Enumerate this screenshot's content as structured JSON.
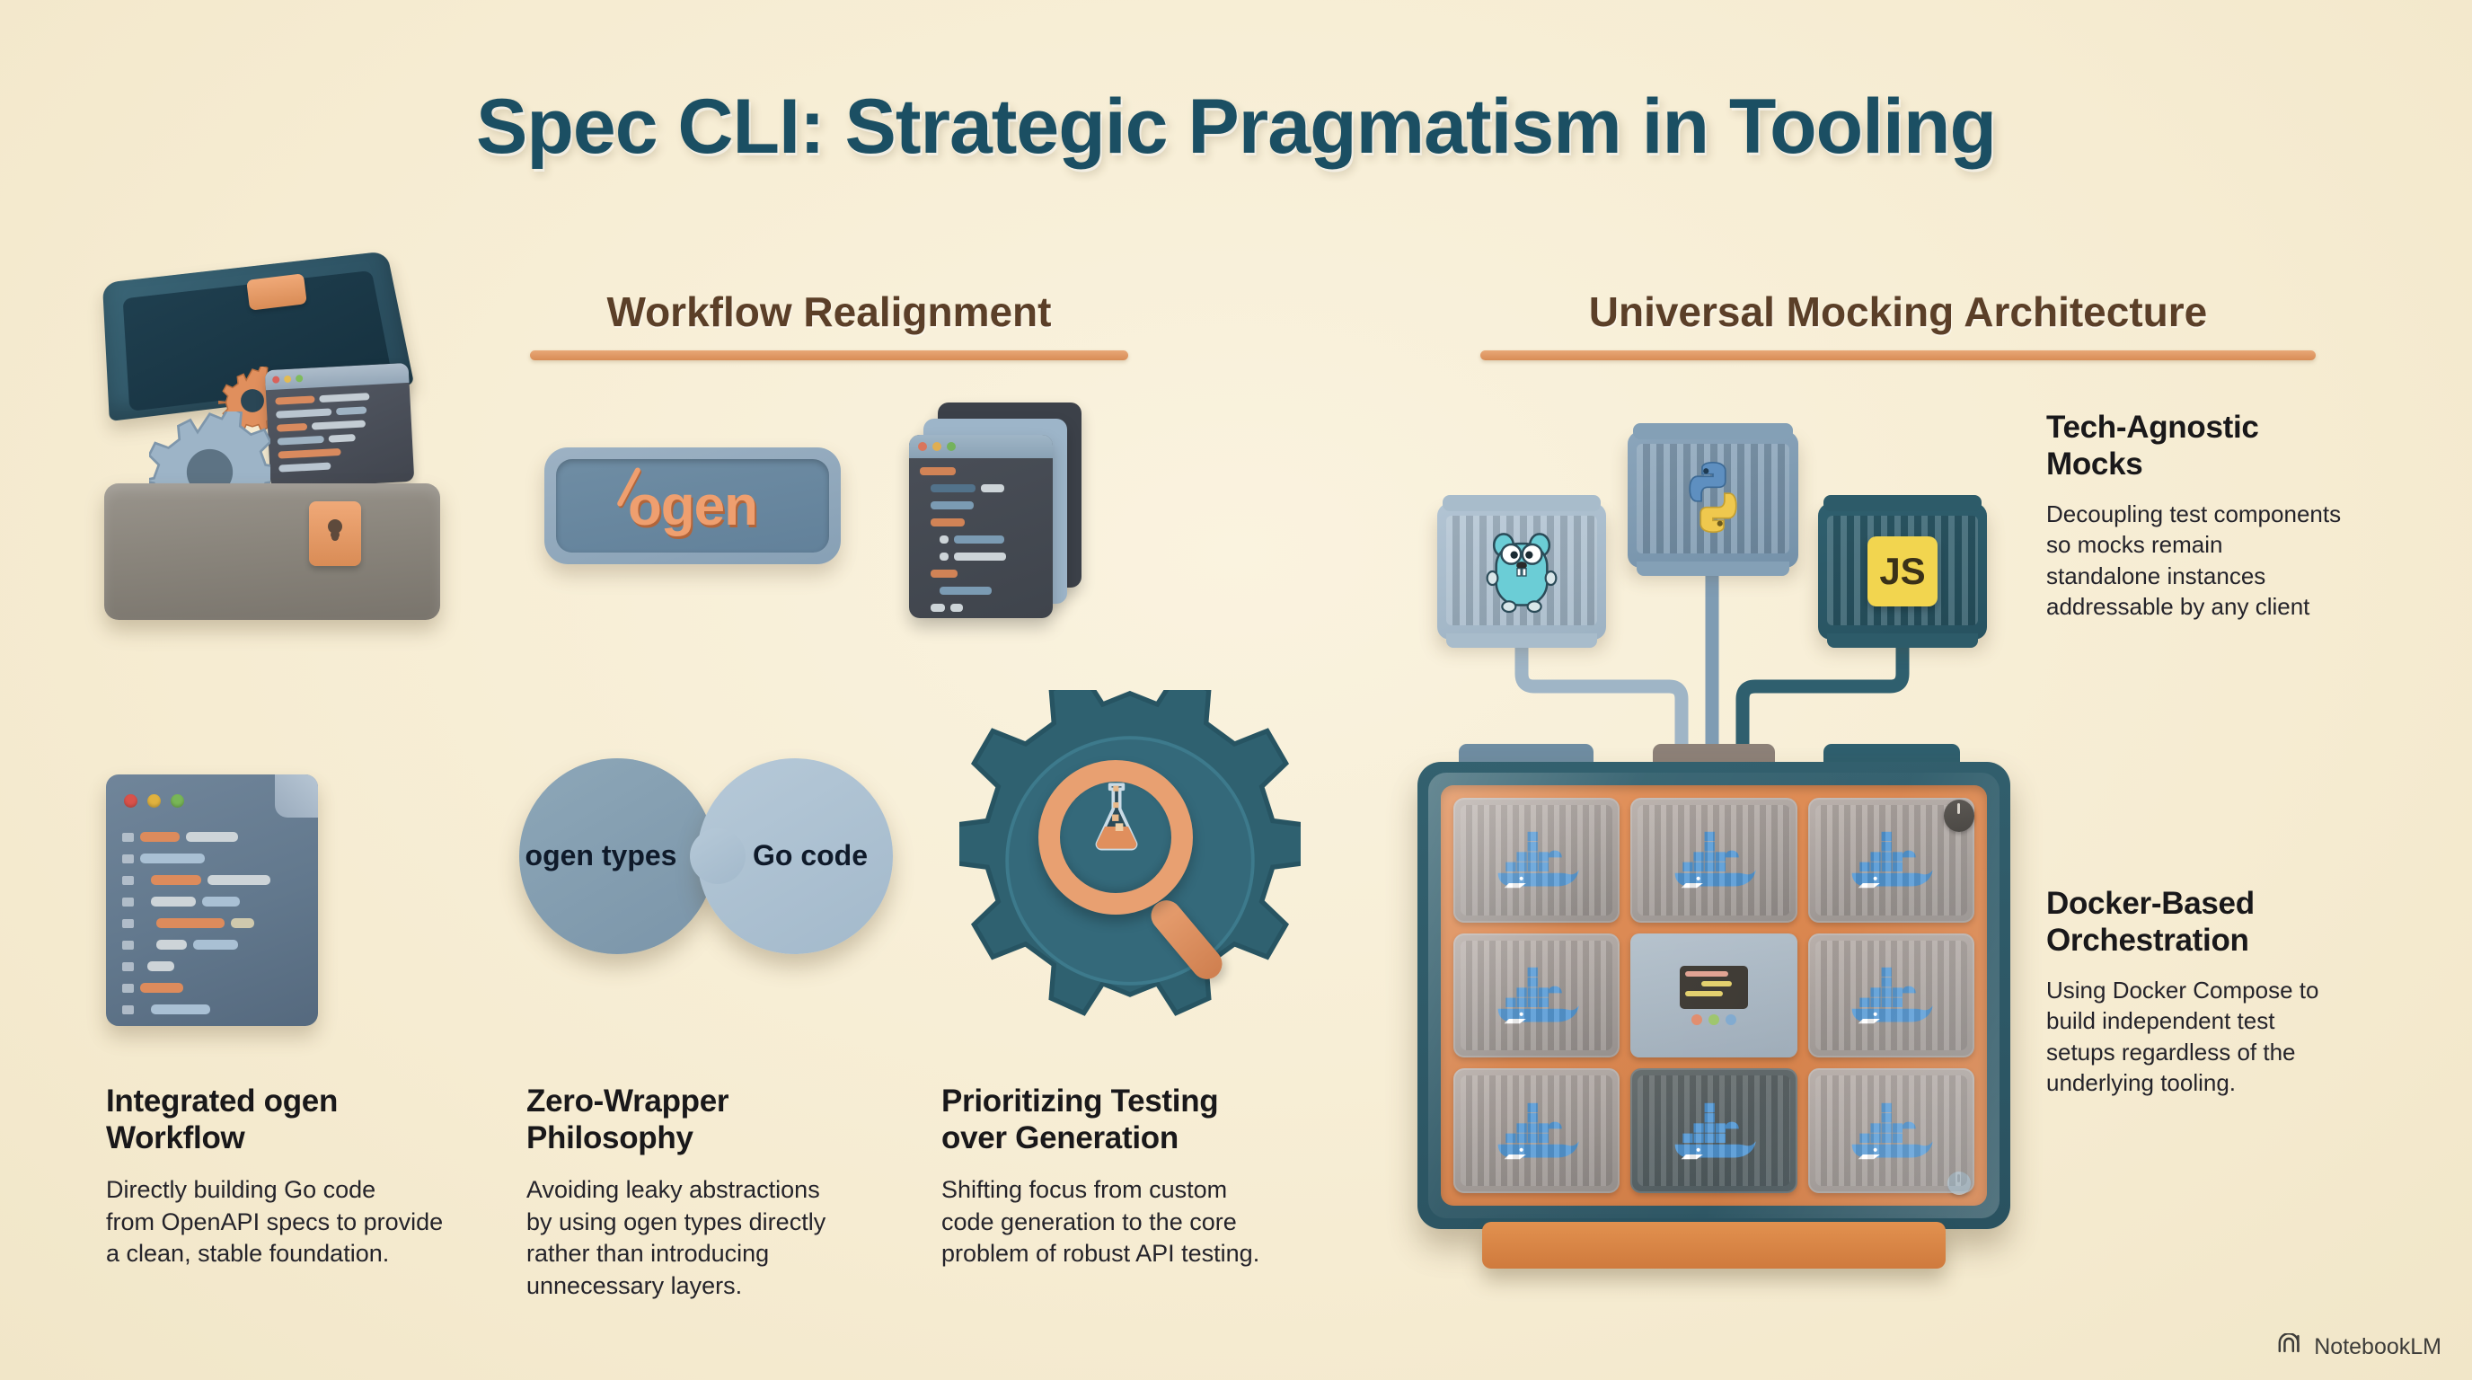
{
  "page": {
    "title": "Spec CLI: Strategic Pragmatism in Tooling",
    "background_color": "#f6ecd2",
    "title_color": "#1b4f63",
    "accent_color": "#dd8c55",
    "header_color": "#5b3f28"
  },
  "sections": [
    {
      "id": "workflow",
      "heading": "Workflow Realignment"
    },
    {
      "id": "mocking",
      "heading": "Universal Mocking Architecture"
    }
  ],
  "left_captions": [
    {
      "heading": "Integrated ogen\nWorkflow",
      "body": "Directly building Go code\nfrom OpenAPI specs to provide\na clean, stable foundation."
    },
    {
      "heading": "Zero-Wrapper\nPhilosophy",
      "body": "Avoiding leaky abstractions\nby using ogen types directly\nrather than introducing\nunnecessary layers."
    },
    {
      "heading": "Prioritizing Testing\nover Generation",
      "body": "Shifting focus from custom\ncode generation to the core\nproblem of robust API testing."
    }
  ],
  "right_captions": [
    {
      "heading": "Tech-Agnostic\nMocks",
      "body": "Decoupling test components\nso mocks remain\nstandalone instances\naddressable by any client"
    },
    {
      "heading": "Docker-Based\nOrchestration",
      "body": "Using Docker Compose to\nbuild independent test\nsetups regardless of the\nunderlying tooling."
    }
  ],
  "graphics": {
    "ogen_badge": {
      "label": "ogen",
      "text_color": "#ef9f6f",
      "badge_color": "#6f8da4"
    },
    "puzzle": {
      "left_label": "ogen\ntypes",
      "right_label": "Go\ncode",
      "left_color": "#8da7b8",
      "right_color": "#b6c9d8"
    },
    "containers": [
      {
        "name": "go-container",
        "logo": "go-gopher-icon",
        "color": "#a8bccb",
        "label": ""
      },
      {
        "name": "python-container",
        "logo": "python-icon",
        "color": "#84a0b6",
        "label": ""
      },
      {
        "name": "javascript-container",
        "logo": "js-icon",
        "color": "#2d5b69",
        "label": "JS"
      }
    ],
    "docker_case": {
      "cells": 8,
      "logo": "docker-whale-icon",
      "shell_color": "#2f5f6e",
      "tray_color": "#d9854a",
      "panel": {
        "leds": [
          "#e08a6a",
          "#9cc46a",
          "#7fa9cf"
        ]
      }
    },
    "toolbox": {
      "icons": [
        "gear-icon",
        "gear-icon",
        "code-window-icon",
        "lock-icon"
      ]
    },
    "code_doc": {
      "icon": "code-document-icon"
    },
    "code_stack": {
      "icon": "code-windows-stack-icon"
    },
    "gear_magnifier": {
      "icon": "gear-magnifier-flask-icon"
    }
  },
  "watermark": {
    "label": "NotebookLM",
    "icon": "notebooklm-icon"
  }
}
